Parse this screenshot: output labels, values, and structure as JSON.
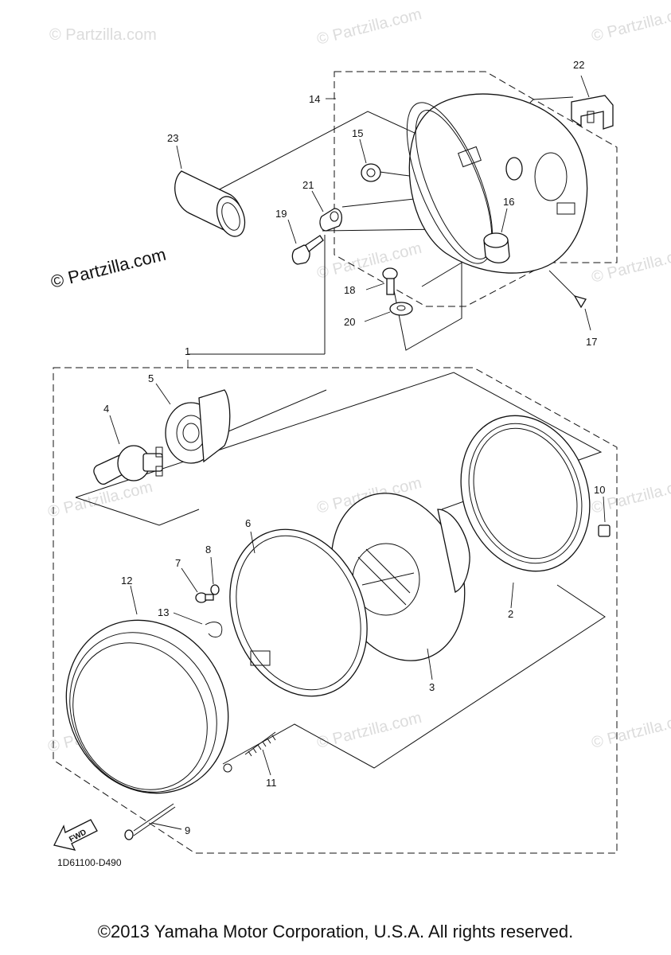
{
  "watermark": {
    "text": "© Partzilla.com"
  },
  "callouts": {
    "p1": "1",
    "p2": "2",
    "p3": "3",
    "p4": "4",
    "p5": "5",
    "p6": "6",
    "p7": "7",
    "p8": "8",
    "p9": "9",
    "p10": "10",
    "p11": "11",
    "p12": "12",
    "p13": "13",
    "p14": "14",
    "p15": "15",
    "p16": "16",
    "p17": "17",
    "p18": "18",
    "p19": "19",
    "p20": "20",
    "p21": "21",
    "p22": "22",
    "p23": "23"
  },
  "fwd_label": "FWD",
  "diagram_code": "1D61100-D490",
  "footer": {
    "copyright": "©2013 Yamaha Motor Corporation, U.S.A. All rights reserved."
  }
}
